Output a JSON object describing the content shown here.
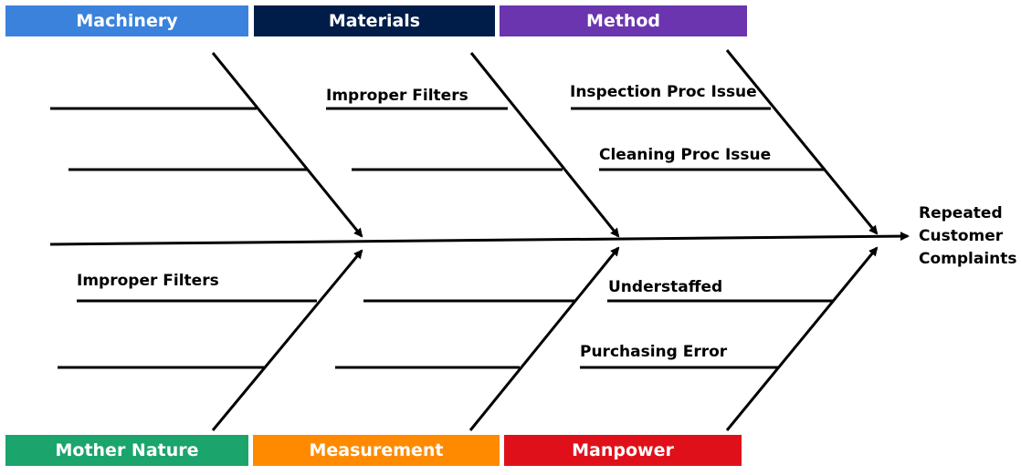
{
  "categories": {
    "machinery": {
      "label": "Machinery",
      "color": "#3b82dc"
    },
    "materials": {
      "label": "Materials",
      "color": "#001c48"
    },
    "method": {
      "label": "Method",
      "color": "#6a35ae"
    },
    "mother_nature": {
      "label": "Mother Nature",
      "color": "#1ba46c"
    },
    "measurement": {
      "label": "Measurement",
      "color": "#ff8a00"
    },
    "manpower": {
      "label": "Manpower",
      "color": "#e0101a"
    }
  },
  "causes": {
    "materials_1": "Improper Filters",
    "method_1": "Inspection Proc Issue",
    "method_2": "Cleaning Proc Issue",
    "mother_nature_1": "Improper Filters",
    "manpower_1": "Understaffed",
    "manpower_2": "Purchasing Error"
  },
  "effect": {
    "line1": "Repeated",
    "line2": "Customer",
    "line3": "Complaints"
  }
}
